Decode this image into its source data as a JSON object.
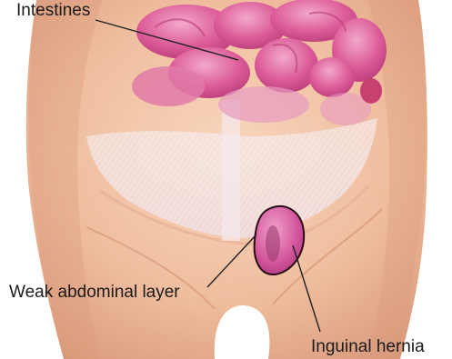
{
  "labels": {
    "intestines": "Intestines",
    "weak_layer": "Weak abdominal layer",
    "hernia": "Inguinal hernia"
  },
  "colors": {
    "skin": "#f2c3a4",
    "skin_shadow": "#dc9c80",
    "intestine": "#dc5c98",
    "hernia": "#d2549a",
    "mesh": "#f6eef0",
    "leader_line": "#222222"
  }
}
